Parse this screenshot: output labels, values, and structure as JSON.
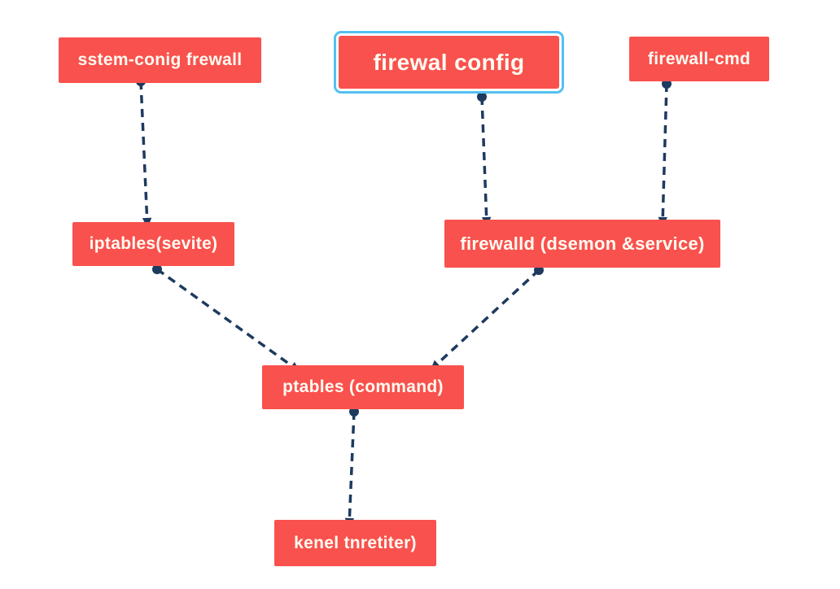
{
  "diagram": {
    "colors": {
      "node_fill": "#F9514D",
      "node_text": "#FEFBF2",
      "edge_color": "#1E3A5F",
      "selection_border": "#54C0F0",
      "canvas_background": "#FFFFFF"
    },
    "nodes": [
      {
        "id": "system-config-firewall",
        "label": "sstem-conig frewall",
        "selected": false
      },
      {
        "id": "firewall-config",
        "label": "firewal config",
        "selected": true
      },
      {
        "id": "firewall-cmd",
        "label": "firewall-cmd",
        "selected": false
      },
      {
        "id": "iptables-service",
        "label": "iptables(sevite)",
        "selected": false
      },
      {
        "id": "firewalld-daemon",
        "label": "firewalld (dsemon &service)",
        "selected": false
      },
      {
        "id": "iptables-command",
        "label": "ptables (command)",
        "selected": false
      },
      {
        "id": "kernel-netfilter",
        "label": "kenel tnretiter)",
        "selected": false
      }
    ],
    "edges": [
      {
        "from": "system-config-firewall",
        "to": "iptables-service",
        "style": "dashed",
        "arrow": "end",
        "origin_marker": "dot"
      },
      {
        "from": "firewall-config",
        "to": "firewalld-daemon",
        "style": "dashed",
        "arrow": "end",
        "origin_marker": "dot"
      },
      {
        "from": "firewall-cmd",
        "to": "firewalld-daemon",
        "style": "dashed",
        "arrow": "end",
        "origin_marker": "dot"
      },
      {
        "from": "iptables-service",
        "to": "iptables-command",
        "style": "dashed",
        "arrow": "end",
        "origin_marker": "dot"
      },
      {
        "from": "firewalld-daemon",
        "to": "iptables-command",
        "style": "dashed",
        "arrow": "end",
        "origin_marker": "dot"
      },
      {
        "from": "iptables-command",
        "to": "kernel-netfilter",
        "style": "dashed",
        "arrow": "end",
        "origin_marker": "dot"
      }
    ]
  }
}
